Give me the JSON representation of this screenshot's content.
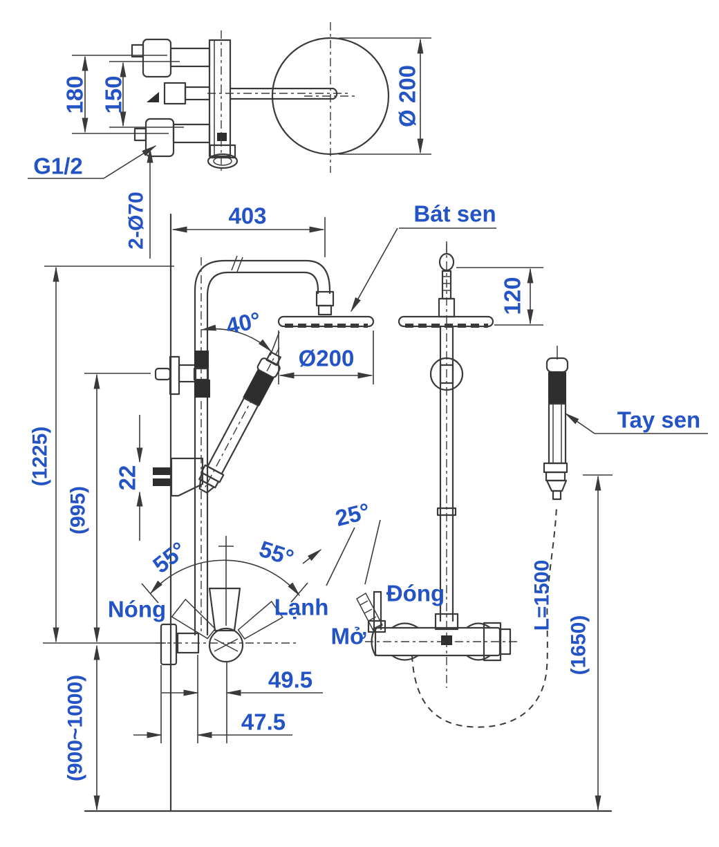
{
  "drawing_type": "shower-column-technical-drawing",
  "labels": {
    "shower_head": "Bát sen",
    "hand_shower": "Tay sen",
    "hot": "Nóng",
    "cold": "Lạnh",
    "close": "Đóng",
    "open": "Mở"
  },
  "dims": {
    "d180": "180",
    "d150": "150",
    "thread": "G1/2",
    "escutcheons": "2-Ø70",
    "head_dia_top": "Ø 200",
    "reach": "403",
    "holder_angle": "40°",
    "head_dia_front": "Ø200",
    "head_drop": "120",
    "total_height": "(1225)",
    "column_height": "(995)",
    "bracket_height": "22",
    "swing_left": "55°",
    "swing_right": "55°",
    "open_angle": "25°",
    "offset_a": "49.5",
    "offset_b": "47.5",
    "install_height": "(900~1000)",
    "hose_length": "L=1500",
    "hand_shower_height": "(1650)"
  },
  "colors": {
    "line": "#3a3a3a",
    "text": "#2353c4",
    "dark_fill": "#2e2e2e",
    "background": "#ffffff"
  }
}
